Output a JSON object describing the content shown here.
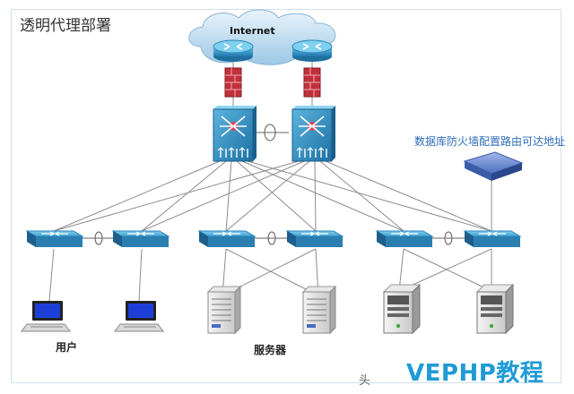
{
  "title": "透明代理部署",
  "internet_label": "Internet",
  "firewall_device_label": "数据库防火墙配置路由可达地址",
  "user_label": "用户",
  "server_label": "服务器",
  "watermark": "VEPHP教程",
  "watermark_mark": "头",
  "colors": {
    "switch_top": "#5fb9dd",
    "switch_side": "#2b7fb0",
    "core_face": "#3a97c8",
    "firewall": "#c0303a",
    "link": "#8a8a8a",
    "label_blue": "#2e6cb8",
    "watermark": "#1f9bd6"
  },
  "icons": {
    "cloud": "internet-cloud-icon",
    "router": "router-icon",
    "firewall": "firewall-icon",
    "core_switch": "core-switch-icon",
    "access_switch": "access-switch-icon",
    "appliance": "database-firewall-appliance-icon",
    "pc": "laptop-icon",
    "server": "server-icon"
  }
}
